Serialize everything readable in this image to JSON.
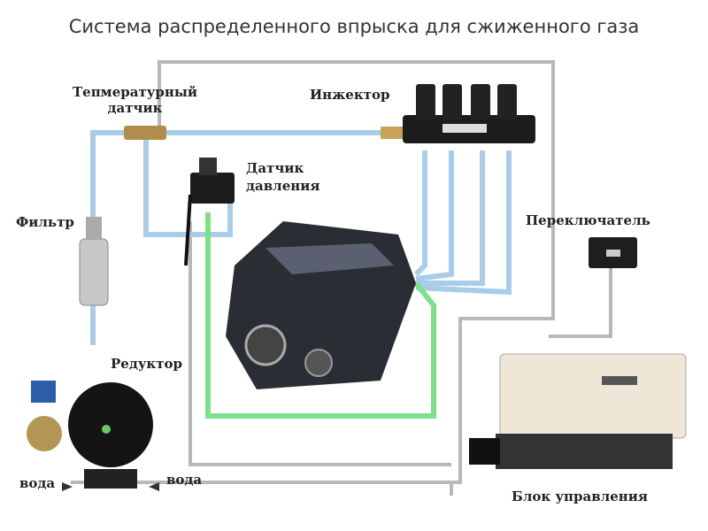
{
  "title": "Система распределенного впрыска для сжиженного газа",
  "labels": {
    "temp_sensor_1": "Тепмературный",
    "temp_sensor_2": "датчик",
    "injector": "Инжектор",
    "pressure_sensor_1": "Датчик",
    "pressure_sensor_2": "давления",
    "filter": "Фильтр",
    "switch": "Переключатель",
    "reducer": "Редуктор",
    "water_in": "вода",
    "water_out": "вода",
    "ecu": "Блок управления"
  },
  "colors": {
    "gas_line": "#a9cde8",
    "wire": "#b5b5b5",
    "pressure_line": "#7ee08a"
  }
}
